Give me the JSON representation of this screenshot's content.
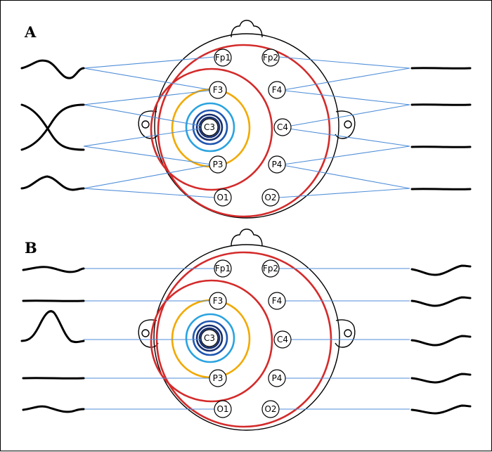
{
  "panels": [
    {
      "label": "A",
      "electrodes": {
        "Fp1": "Fp1",
        "Fp2": "Fp2",
        "F3": "F3",
        "F4": "F4",
        "C3": "C3",
        "C4": "C4",
        "P3": "P3",
        "P4": "P4",
        "O1": "O1",
        "O2": "O2"
      }
    },
    {
      "label": "B",
      "electrodes": {
        "Fp1": "Fp1",
        "Fp2": "Fp2",
        "F3": "F3",
        "F4": "F4",
        "C3": "C3",
        "C4": "C4",
        "P3": "P3",
        "P4": "P4",
        "O1": "O1",
        "O2": "O2"
      }
    }
  ],
  "colors": {
    "lead_lines": "#4f8ed8",
    "red_contour": "#d42a2a",
    "orange_contour": "#f2a900",
    "light_blue_contour": "#2aa3e0",
    "blue_contour": "#1f56b0",
    "navy_contour": "#172f70"
  }
}
